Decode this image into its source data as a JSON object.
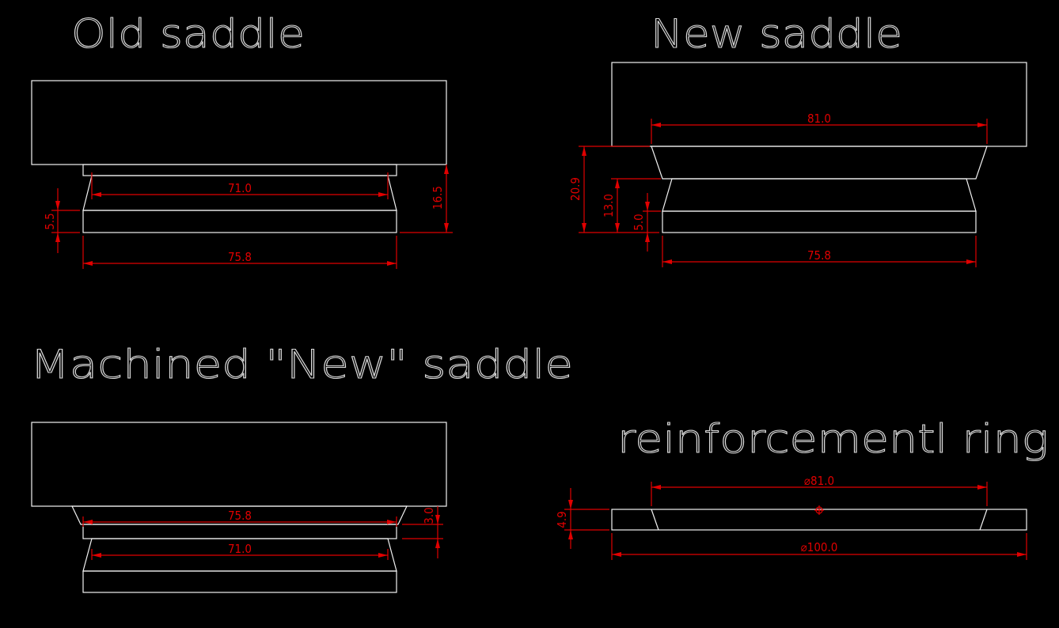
{
  "titles": {
    "old": "Old saddle",
    "new": "New saddle",
    "machined": "Machined \"New\"  saddle",
    "ring": "reinforcementl ring"
  },
  "dims": {
    "old_inner_width": "71.0",
    "old_outer_width": "75.8",
    "old_height_small": "5.5",
    "old_height_total": "16.5",
    "new_top_width": "81.0",
    "new_bottom_width": "75.8",
    "new_height_total": "20.9",
    "new_height_mid": "13.0",
    "new_height_base": "5.0",
    "mach_upper_width": "75.8",
    "mach_lower_width": "71.0",
    "mach_height": "3.0",
    "ring_inner_dia": "⌀81.0",
    "ring_outer_dia": "⌀100.0",
    "ring_thickness": "4.9"
  },
  "colors": {
    "background": "#000000",
    "geometry": "#f2f2f2",
    "dimension": "#e00000"
  }
}
